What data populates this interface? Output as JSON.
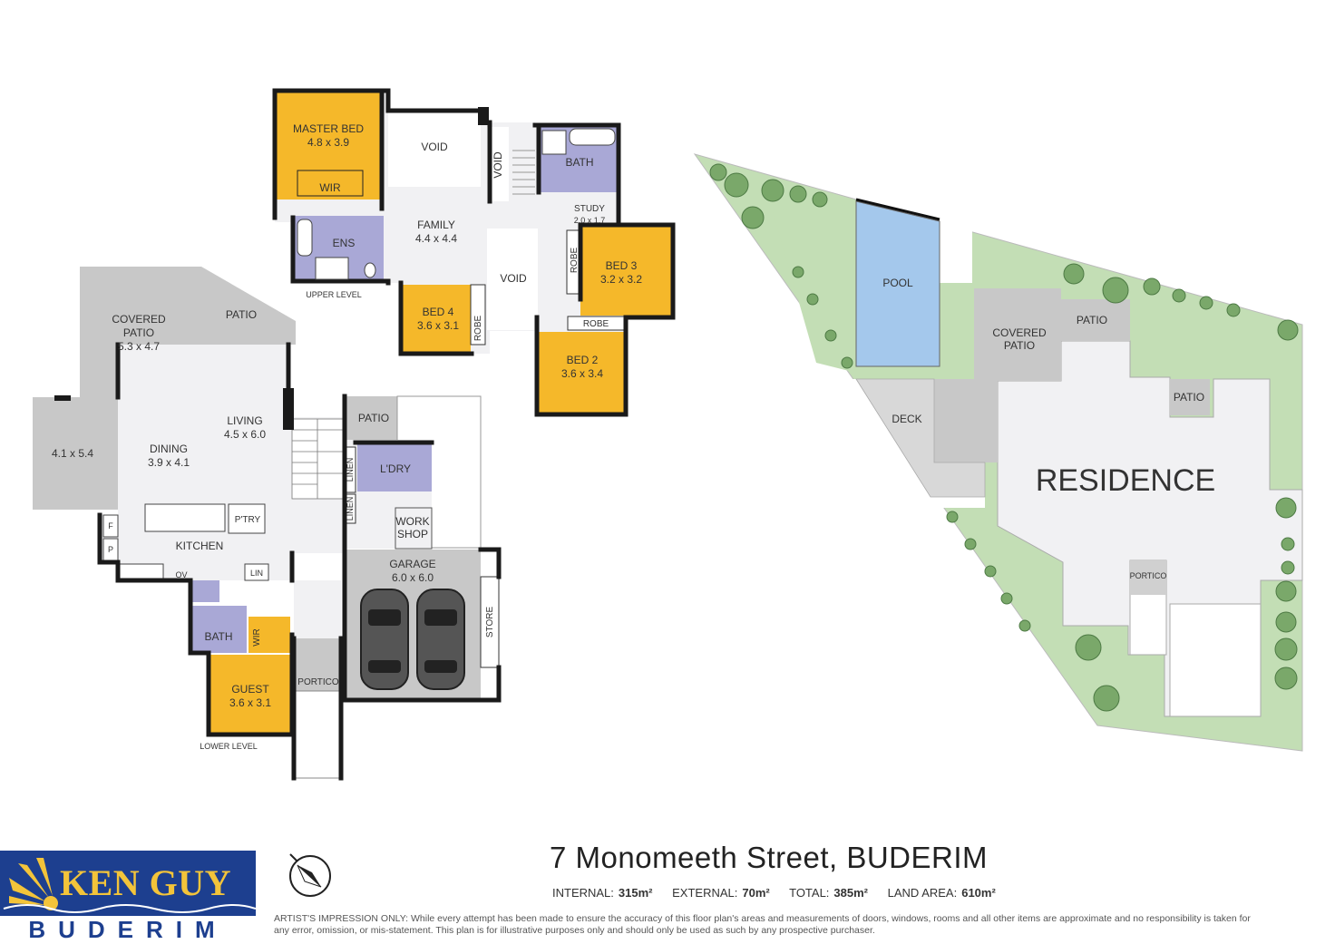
{
  "upper": {
    "master_bed": {
      "name": "MASTER BED",
      "dims": "4.8 x 3.9"
    },
    "wir": "WIR",
    "void1": "VOID",
    "void2": "VOID",
    "void3": "VOID",
    "bath": "BATH",
    "study": {
      "name": "STUDY",
      "dims": "2.0 x 1.7"
    },
    "family": {
      "name": "FAMILY",
      "dims": "4.4 x 4.4"
    },
    "ens": "ENS",
    "bed3": {
      "name": "BED 3",
      "dims": "3.2 x 3.2"
    },
    "robe1": "ROBE",
    "robe2": "ROBE",
    "robe3": "ROBE",
    "bed4": {
      "name": "BED 4",
      "dims": "3.6 x 3.1"
    },
    "bed2": {
      "name": "BED 2",
      "dims": "3.6 x 3.4"
    },
    "level": "UPPER LEVEL"
  },
  "lower": {
    "covered_patio": {
      "name": "COVERED\nPATIO",
      "line1": "COVERED",
      "line2": "PATIO",
      "dims": "5.3 x 4.7"
    },
    "patio1": "PATIO",
    "patio2": "PATIO",
    "deck_dims": "4.1 x 5.4",
    "living": {
      "name": "LIVING",
      "dims": "4.5 x 6.0"
    },
    "dining": {
      "name": "DINING",
      "dims": "3.9 x 4.1"
    },
    "kitchen": "KITCHEN",
    "ptry": "P'TRY",
    "ldry": "L'DRY",
    "linen1": "LINEN",
    "linen2": "LINEN",
    "workshop": {
      "line1": "WORK",
      "line2": "SHOP"
    },
    "garage": {
      "name": "GARAGE",
      "dims": "6.0 x 6.0"
    },
    "store": "STORE",
    "f": "F",
    "p": "P",
    "ov": "OV",
    "lin": "LIN",
    "bath": "BATH",
    "wir": "WIR",
    "guest": {
      "name": "GUEST",
      "dims": "3.6 x 3.1"
    },
    "portico": "PORTICO",
    "level": "LOWER LEVEL"
  },
  "site": {
    "pool": "POOL",
    "covered_patio": {
      "line1": "COVERED",
      "line2": "PATIO"
    },
    "patio1": "PATIO",
    "patio2": "PATIO",
    "deck": "DECK",
    "residence": "RESIDENCE",
    "portico": "PORTICO"
  },
  "footer": {
    "logo_name": "KEN GUY",
    "logo_sub": "BUDERIM",
    "address": "7 Monomeeth Street, BUDERIM",
    "internal_label": "INTERNAL:",
    "internal_value": "315m²",
    "external_label": "EXTERNAL:",
    "external_value": "70m²",
    "total_label": "TOTAL:",
    "total_value": "385m²",
    "land_label": "LAND AREA:",
    "land_value": "610m²",
    "disclaimer": "ARTIST'S IMPRESSION ONLY: While every attempt has been made to ensure the accuracy of this floor plan's areas and measurements of doors, windows, rooms and all other items are approximate and no responsibility is taken for any error, omission, or mis-statement. This plan is for illustrative purposes only and should only be used as such by any prospective purchaser."
  },
  "colors": {
    "bedroom": "#f5b82a",
    "wet": "#a9a8d6",
    "outdoor": "#c8c8c8",
    "lawn": "#c3deb5",
    "pool": "#a4c8ec",
    "floor": "#f1f1f3",
    "brand": "#1d3f8f",
    "brand_gold": "#f3c43a"
  }
}
